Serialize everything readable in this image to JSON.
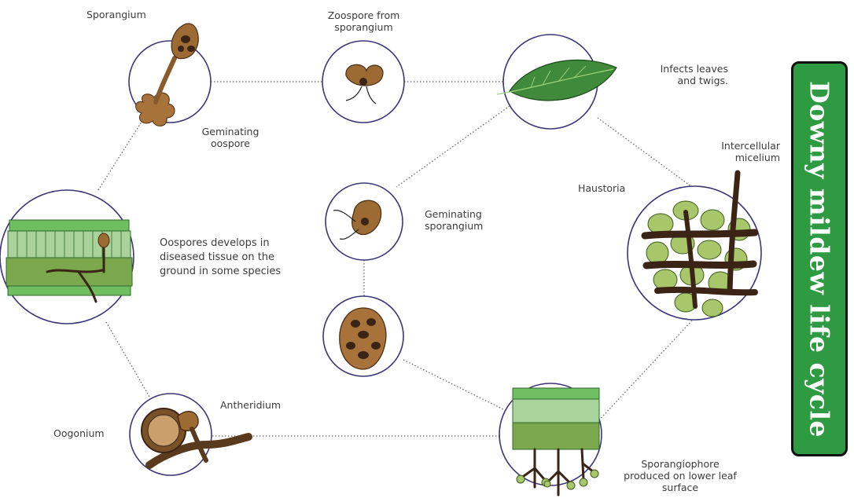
{
  "title": "Downy mildew life cycle",
  "labels": {
    "sporangium": "Sporangium",
    "geminating_oospore": [
      "Geminating",
      "oospore"
    ],
    "zoospore": [
      "Zoospore from",
      "sporangium"
    ],
    "infects": [
      "Infects leaves",
      "and twigs."
    ],
    "intercellular": [
      "Intercellular",
      "micelium"
    ],
    "haustoria": "Haustoria",
    "geminating_sporangium": [
      "Geminating",
      "sporangium"
    ],
    "oospores_develops": [
      "Oospores develops in",
      "diseased tissue on the",
      "ground in some species"
    ],
    "antheridium": "Antheridium",
    "oogonium": "Oogonium",
    "sporangiophore": [
      "Sporangiophore",
      "produced on lower leaf",
      "surface"
    ]
  },
  "colors": {
    "title_bg": "#2e9a41",
    "circle_stroke": "#3b3678",
    "fungus_brown": "#9c6a33",
    "mycelium_dark": "#3b2416",
    "leaf_green": "#3f8a3b",
    "tissue_green": "#a8c76a"
  }
}
